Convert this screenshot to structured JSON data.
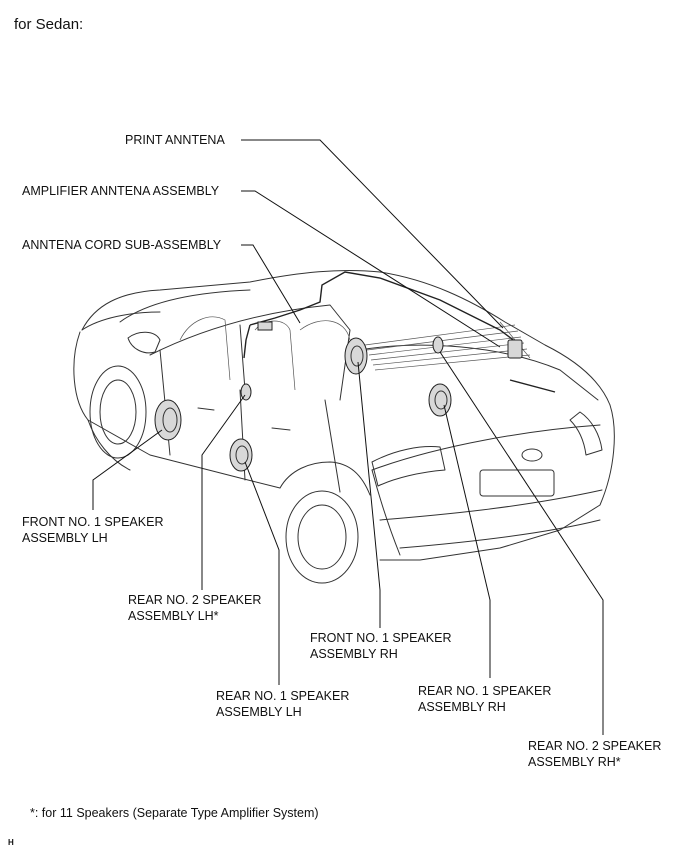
{
  "heading": "for Sedan:",
  "labels": {
    "print_antenna": "PRINT ANNTENA",
    "amplifier_antenna": "AMPLIFIER ANNTENA ASSEMBLY",
    "antenna_cord": "ANNTENA CORD SUB-ASSEMBLY",
    "front_speaker_lh": "FRONT NO. 1 SPEAKER\nASSEMBLY LH",
    "rear2_speaker_lh": "REAR NO. 2 SPEAKER\nASSEMBLY LH*",
    "rear1_speaker_lh": "REAR NO. 1 SPEAKER\nASSEMBLY LH",
    "front_speaker_rh": "FRONT NO. 1 SPEAKER\nASSEMBLY RH",
    "rear1_speaker_rh": "REAR NO. 1 SPEAKER\nASSEMBLY RH",
    "rear2_speaker_rh": "REAR NO. 2 SPEAKER\nASSEMBLY RH*"
  },
  "footnote": "*: for 11 Speakers (Separate Type Amplifier System)",
  "figure_mark": "H"
}
